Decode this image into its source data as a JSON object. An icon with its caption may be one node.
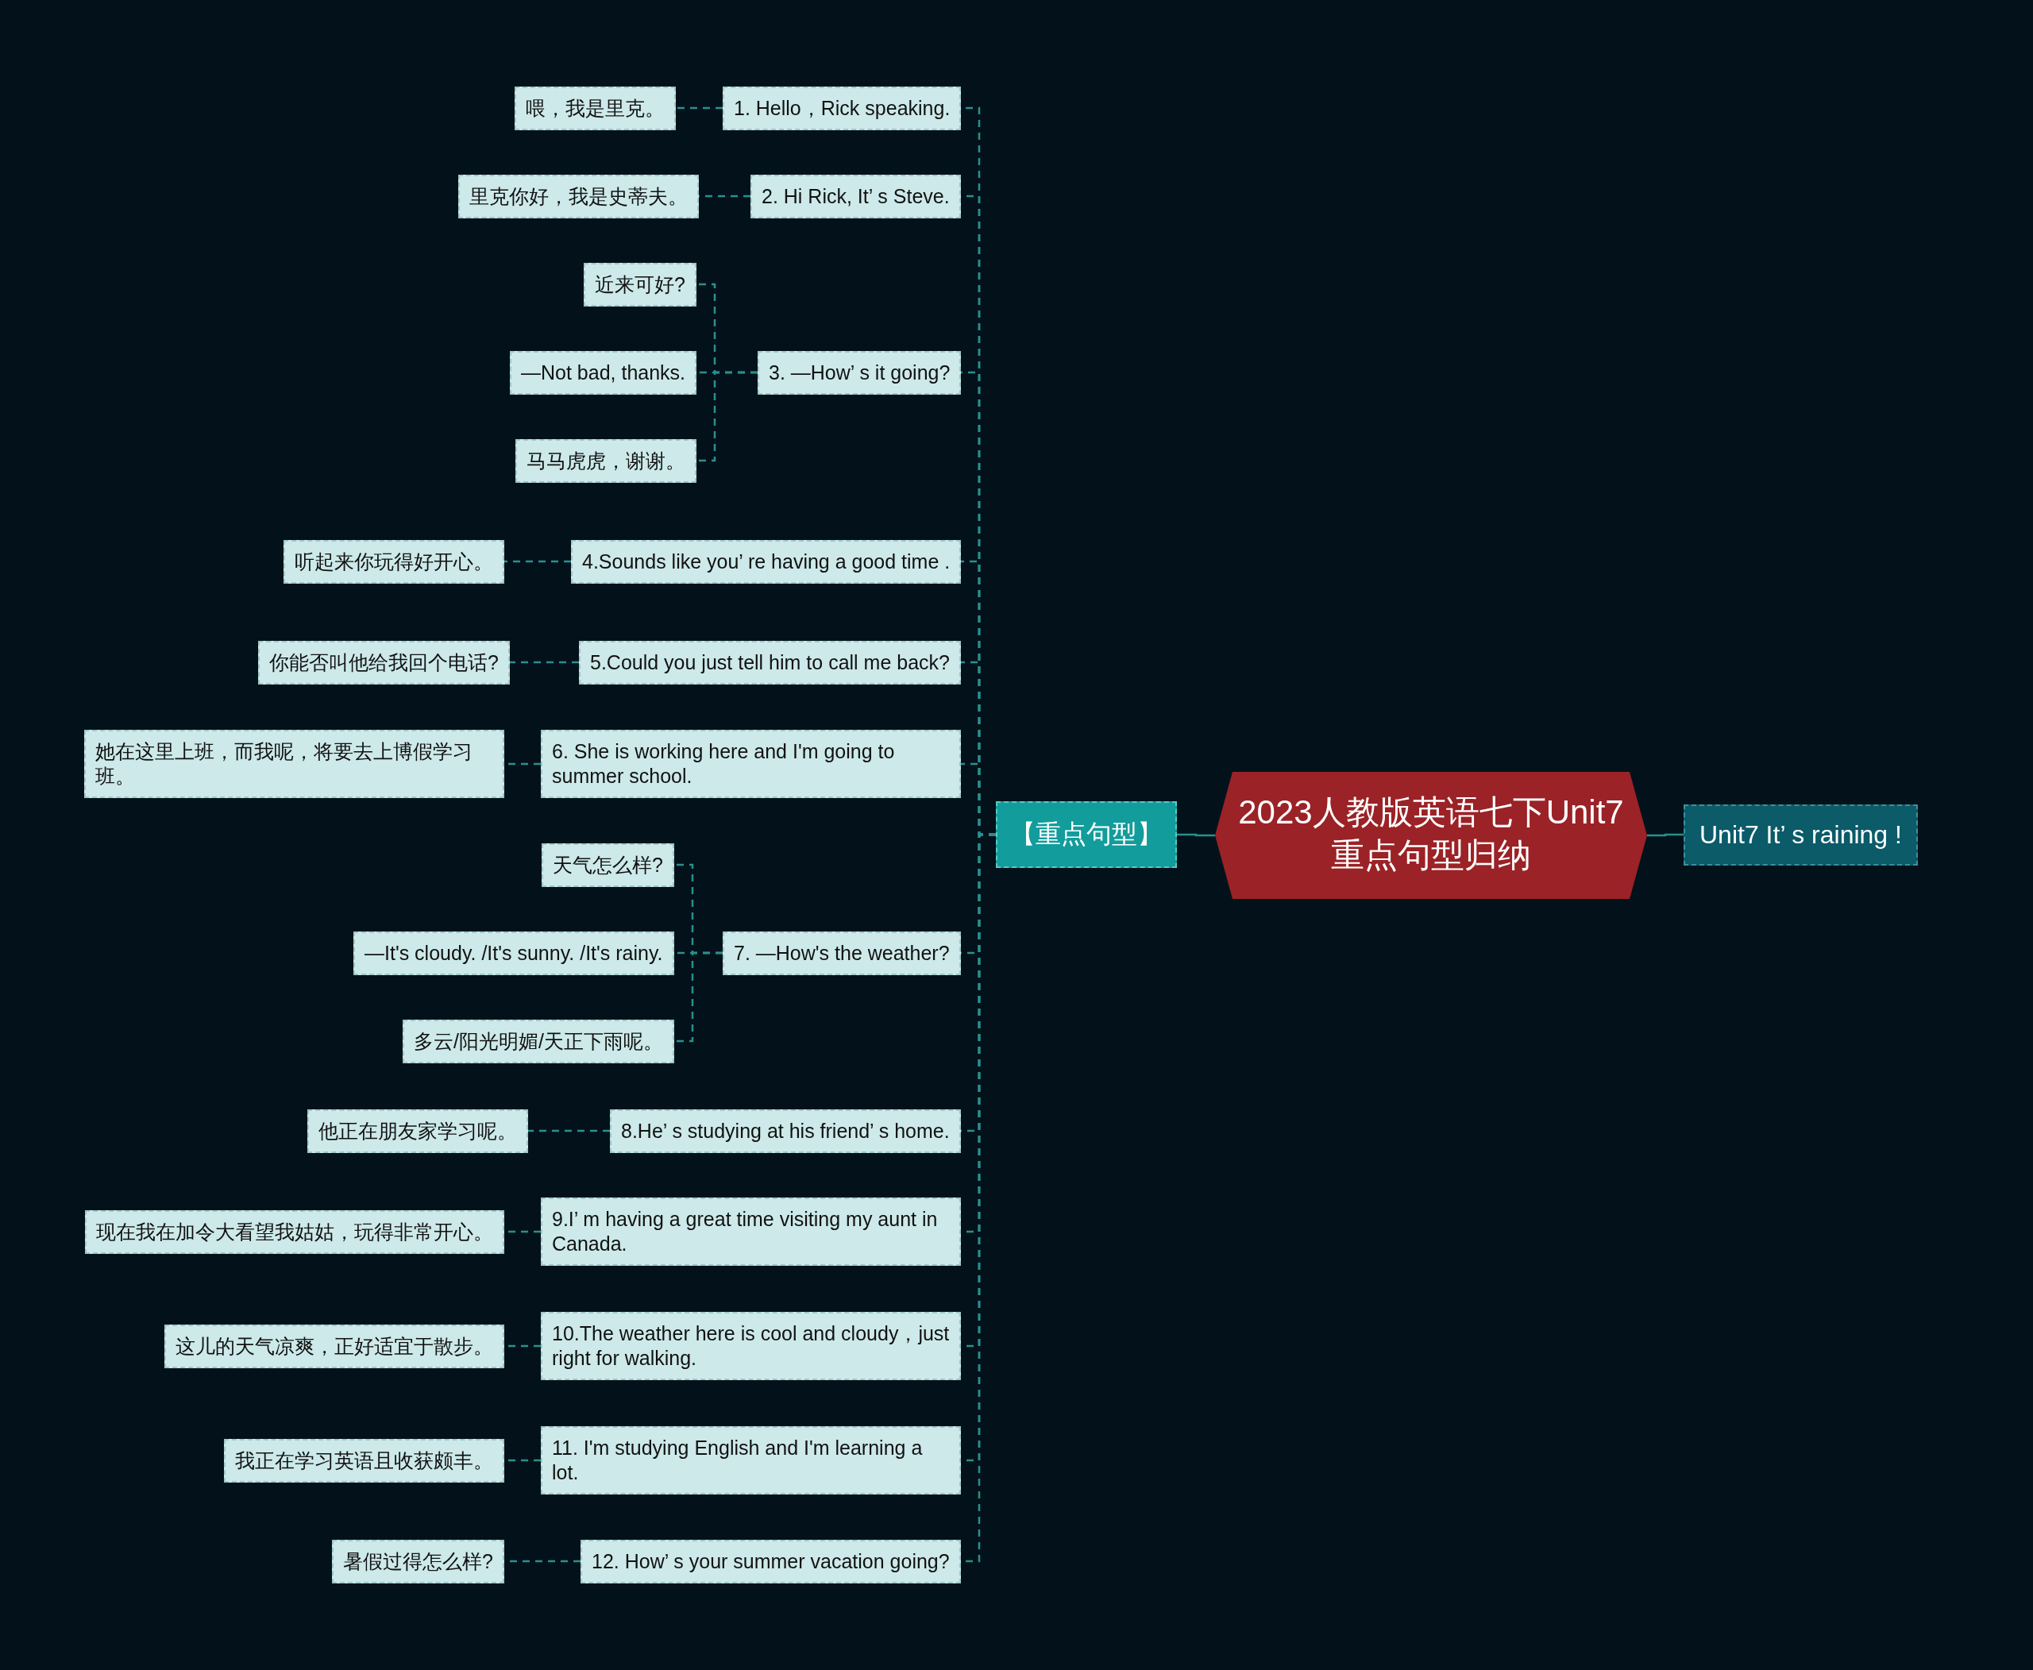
{
  "diagram": {
    "nodes": [
      {
        "text": [
          "2023人教版英语七下Unit7重点句型归纳"
        ]
      },
      {
        "text": [
          "Unit7 It’ s raining !"
        ]
      },
      {
        "text": [
          "【重点句型】"
        ]
      },
      {
        "text": [
          "1. Hello，Rick speaking."
        ]
      },
      {
        "text": [
          "喂，我是里克。"
        ]
      },
      {
        "text": [
          "2. Hi Rick, It’ s Steve."
        ]
      },
      {
        "text": [
          "里克你好，我是史蒂夫。"
        ]
      },
      {
        "text": [
          "3. —How’ s it going?"
        ]
      },
      {
        "text": [
          "近来可好?"
        ]
      },
      {
        "text": [
          "—Not bad, thanks."
        ]
      },
      {
        "text": [
          "马马虎虎，谢谢。"
        ]
      },
      {
        "text": [
          "4.Sounds like you’ re having a good time ."
        ]
      },
      {
        "text": [
          "听起来你玩得好开心。"
        ]
      },
      {
        "text": [
          "5.Could you just tell him to call me back?"
        ]
      },
      {
        "text": [
          "你能否叫他给我回个电话?"
        ]
      },
      {
        "text": [
          "6. She is working here and I'm going to summer school."
        ]
      },
      {
        "text": [
          "她在这里上班，而我呢，将要去上博假学习班。"
        ]
      },
      {
        "text": [
          "7. —How's the weather?"
        ]
      },
      {
        "text": [
          "天气怎么样?"
        ]
      },
      {
        "text": [
          "—It's cloudy. /It's sunny. /It's rainy."
        ]
      },
      {
        "text": [
          "多云/阳光明媚/天正下雨呢。"
        ]
      },
      {
        "text": [
          "8.He’ s studying at his friend’ s home."
        ]
      },
      {
        "text": [
          "他正在朋友家学习呢。"
        ]
      },
      {
        "text": [
          "9.I’ m having a great time visiting my aunt in Canada."
        ]
      },
      {
        "text": [
          "现在我在加令大看望我姑姑，玩得非常开心。"
        ]
      },
      {
        "text": [
          "10.The weather here is cool and cloudy，just right for walking."
        ]
      },
      {
        "text": [
          "这儿的天气凉爽，正好适宜于散步。"
        ]
      },
      {
        "text": [
          "11. I'm studying English and I'm learning a lot."
        ]
      },
      {
        "text": [
          "我正在学习英语且收获颇丰。"
        ]
      },
      {
        "text": [
          "12. How’ s your summer vacation going?"
        ]
      },
      {
        "text": [
          "暑假过得怎么样?"
        ]
      }
    ],
    "edges": [
      {
        "from": 0,
        "to": 1,
        "arrow": "none"
      },
      {
        "from": 0,
        "to": 2,
        "arrow": "none"
      },
      {
        "from": 2,
        "to": 3,
        "arrow": "none",
        "style": "dashed"
      },
      {
        "from": 2,
        "to": 5,
        "arrow": "none",
        "style": "dashed"
      },
      {
        "from": 2,
        "to": 7,
        "arrow": "none",
        "style": "dashed"
      },
      {
        "from": 2,
        "to": 11,
        "arrow": "none",
        "style": "dashed"
      },
      {
        "from": 2,
        "to": 13,
        "arrow": "none",
        "style": "dashed"
      },
      {
        "from": 2,
        "to": 15,
        "arrow": "none",
        "style": "dashed"
      },
      {
        "from": 2,
        "to": 17,
        "arrow": "none",
        "style": "dashed"
      },
      {
        "from": 2,
        "to": 21,
        "arrow": "none",
        "style": "dashed"
      },
      {
        "from": 2,
        "to": 23,
        "arrow": "none",
        "style": "dashed"
      },
      {
        "from": 2,
        "to": 25,
        "arrow": "none",
        "style": "dashed"
      },
      {
        "from": 2,
        "to": 27,
        "arrow": "none",
        "style": "dashed"
      },
      {
        "from": 2,
        "to": 29,
        "arrow": "none",
        "style": "dashed"
      },
      {
        "from": 3,
        "to": 4,
        "arrow": "none",
        "style": "dashed"
      },
      {
        "from": 5,
        "to": 6,
        "arrow": "none",
        "style": "dashed"
      },
      {
        "from": 7,
        "to": 8,
        "arrow": "none",
        "style": "dashed"
      },
      {
        "from": 7,
        "to": 9,
        "arrow": "none",
        "style": "dashed"
      },
      {
        "from": 7,
        "to": 10,
        "arrow": "none",
        "style": "dashed"
      },
      {
        "from": 11,
        "to": 12,
        "arrow": "none",
        "style": "dashed"
      },
      {
        "from": 13,
        "to": 14,
        "arrow": "none",
        "style": "dashed"
      },
      {
        "from": 15,
        "to": 16,
        "arrow": "none",
        "style": "dashed"
      },
      {
        "from": 17,
        "to": 18,
        "arrow": "none",
        "style": "dashed"
      },
      {
        "from": 17,
        "to": 19,
        "arrow": "none",
        "style": "dashed"
      },
      {
        "from": 17,
        "to": 20,
        "arrow": "none",
        "style": "dashed"
      },
      {
        "from": 21,
        "to": 22,
        "arrow": "none",
        "style": "dashed"
      },
      {
        "from": 23,
        "to": 24,
        "arrow": "none",
        "style": "dashed"
      },
      {
        "from": 25,
        "to": 26,
        "arrow": "none",
        "style": "dashed"
      },
      {
        "from": 27,
        "to": 28,
        "arrow": "none",
        "style": "dashed"
      },
      {
        "from": 29,
        "to": 30,
        "arrow": "none",
        "style": "dashed"
      }
    ]
  }
}
